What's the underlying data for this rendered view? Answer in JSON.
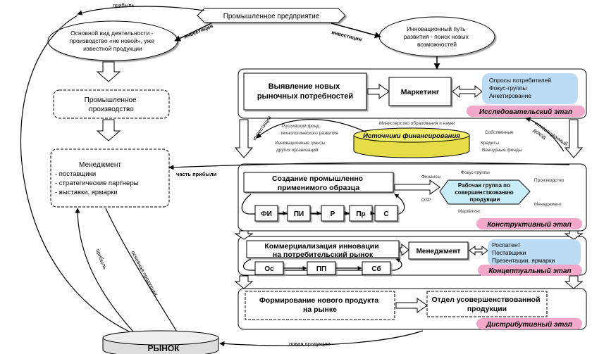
{
  "nodes": {
    "enterprise": "Промышленное предприятие",
    "main_activity": [
      "Основной вид деятельности -",
      "производство «не новой», уже",
      "известной продукции"
    ],
    "innovative_path": [
      "Инновационный путь",
      "развития - поиск новых",
      "возможностей"
    ],
    "industrial_production": [
      "Промышленное",
      "производство"
    ],
    "management": {
      "title": "Менеджмент",
      "items": [
        "- поставщики",
        "- стратегические партнеры",
        "- выставки, ярмарки"
      ]
    },
    "market": "РЫНОК"
  },
  "stages": {
    "research": {
      "main_box": [
        "Выявление новых",
        "рыночных потребностей"
      ],
      "marketing": "Маркетинг",
      "marketing_items": [
        "Опросы потребителей",
        "Фокус-группы",
        "Анкетирование"
      ],
      "label": "Исследовательский этап"
    },
    "financing": {
      "title": "Источники финансирования",
      "notes_left": [
        "Российский фонд",
        "технологического развития",
        "Инновационные гранты",
        "других организаций"
      ],
      "notes_right": [
        "Министерство образования и науки",
        "Собственные",
        "Кредиты",
        "Венчурные фонды"
      ]
    },
    "constructive": {
      "main_box": [
        "Создание промышленно",
        "применимого образца"
      ],
      "steps": [
        "ФИ",
        "ПИ",
        "Р",
        "Пр",
        "С"
      ],
      "workgroup": [
        "Рабочая группа по",
        "совершенствованию",
        "продукции"
      ],
      "workgroup_notes": [
        "Финансы",
        "Фокус-группы",
        "Производство",
        "ОЗР",
        "Маркетинг",
        "Менеджмент"
      ],
      "label": "Конструктивный этап"
    },
    "conceptual": {
      "main_box": [
        "Коммерциализация инновации",
        "на потребительский рынок"
      ],
      "management": "Менеджмент",
      "management_items": [
        "Роспатент",
        "Поставщики",
        "Презентации, ярмарки"
      ],
      "steps": [
        "Ос",
        "ПП",
        "Сб"
      ],
      "label": "Концептуальный этап"
    },
    "distributive": {
      "main_box": [
        "Формирование нового продукта",
        "на рынке"
      ],
      "dept": [
        "Отдел усовершенствованной",
        "продукции"
      ],
      "label": "Дистрибутивный этап"
    }
  },
  "arrow_labels": {
    "profit_top": "прибыль",
    "investments_left": "инвестиции",
    "investments_right": "инвестиции",
    "innovation_profit": [
      "инновационный",
      "доход"
    ],
    "investments_fin": "инвестиции",
    "part_profit": "часть прибыли",
    "profit_left": "прибыль",
    "main_products": "основная продукция",
    "new_products": "новая продукция"
  },
  "colors": {
    "stage_pink": "#f2a8c8",
    "info_blue": "#bcdcf5",
    "finance_yellow": "#f5ee6a",
    "workgroup_cyan": "#c9eef9",
    "line": "#000000"
  }
}
